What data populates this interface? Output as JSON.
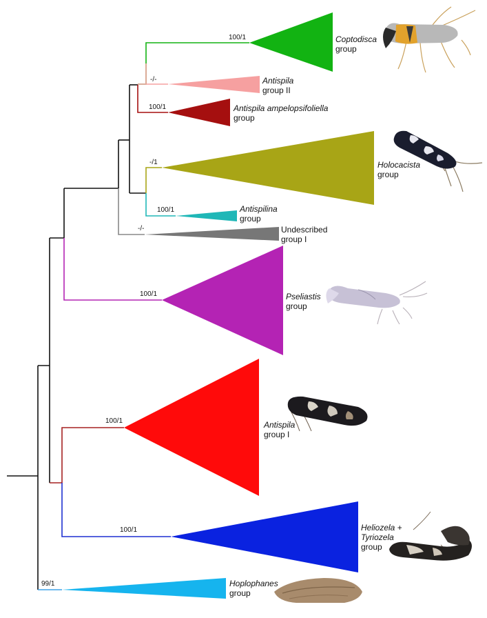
{
  "support_values": {
    "coptodisca": "100/1",
    "antispila_ii": "-/-",
    "antispila_ampelopsifoliella": "100/1",
    "holocacista": "-/1",
    "antispilina": "100/1",
    "undescribed_i": "-/-",
    "pseliastis": "100/1",
    "antispila_i": "100/1",
    "heliozela_tyriozela": "100/1",
    "hoplophanes": "99/1"
  },
  "clades": {
    "coptodisca": {
      "italic": "Coptodisca",
      "rest": "group",
      "color": "#12b312"
    },
    "antispila_ii": {
      "italic": "Antispila",
      "rest": "group II",
      "color": "#f6a0a0"
    },
    "antispila_ampelopsifoliella": {
      "italic": "Antispila ampelopsifoliella",
      "rest": "group",
      "color": "#a50f0f"
    },
    "holocacista": {
      "italic": "Holocacista",
      "rest": "group",
      "color": "#a8a516"
    },
    "antispilina": {
      "italic": "Antispilina",
      "rest": "group",
      "color": "#1fb7b7"
    },
    "undescribed_i": {
      "line1": "Undescribed",
      "line2": "group I",
      "color": "#777777"
    },
    "pseliastis": {
      "italic": "Pseliastis",
      "rest": "group",
      "color": "#b423b4"
    },
    "antispila_i": {
      "italic": "Antispila",
      "rest": "group I",
      "color": "#ff0a0a"
    },
    "heliozela_tyriozela": {
      "italic1": "Heliozela",
      "plus": " +",
      "italic2": "Tyriozela",
      "rest": "group",
      "color": "#0a22e0"
    },
    "hoplophanes": {
      "italic": "Hoplophanes",
      "rest": "group",
      "color": "#16b4ee"
    }
  },
  "moth_photos": [
    {
      "subject": "coptodisca-moth"
    },
    {
      "subject": "holocacista-moth"
    },
    {
      "subject": "pseliastis-moth"
    },
    {
      "subject": "antispila-moth"
    },
    {
      "subject": "heliozela-moth"
    },
    {
      "subject": "hoplophanes-moth"
    }
  ]
}
